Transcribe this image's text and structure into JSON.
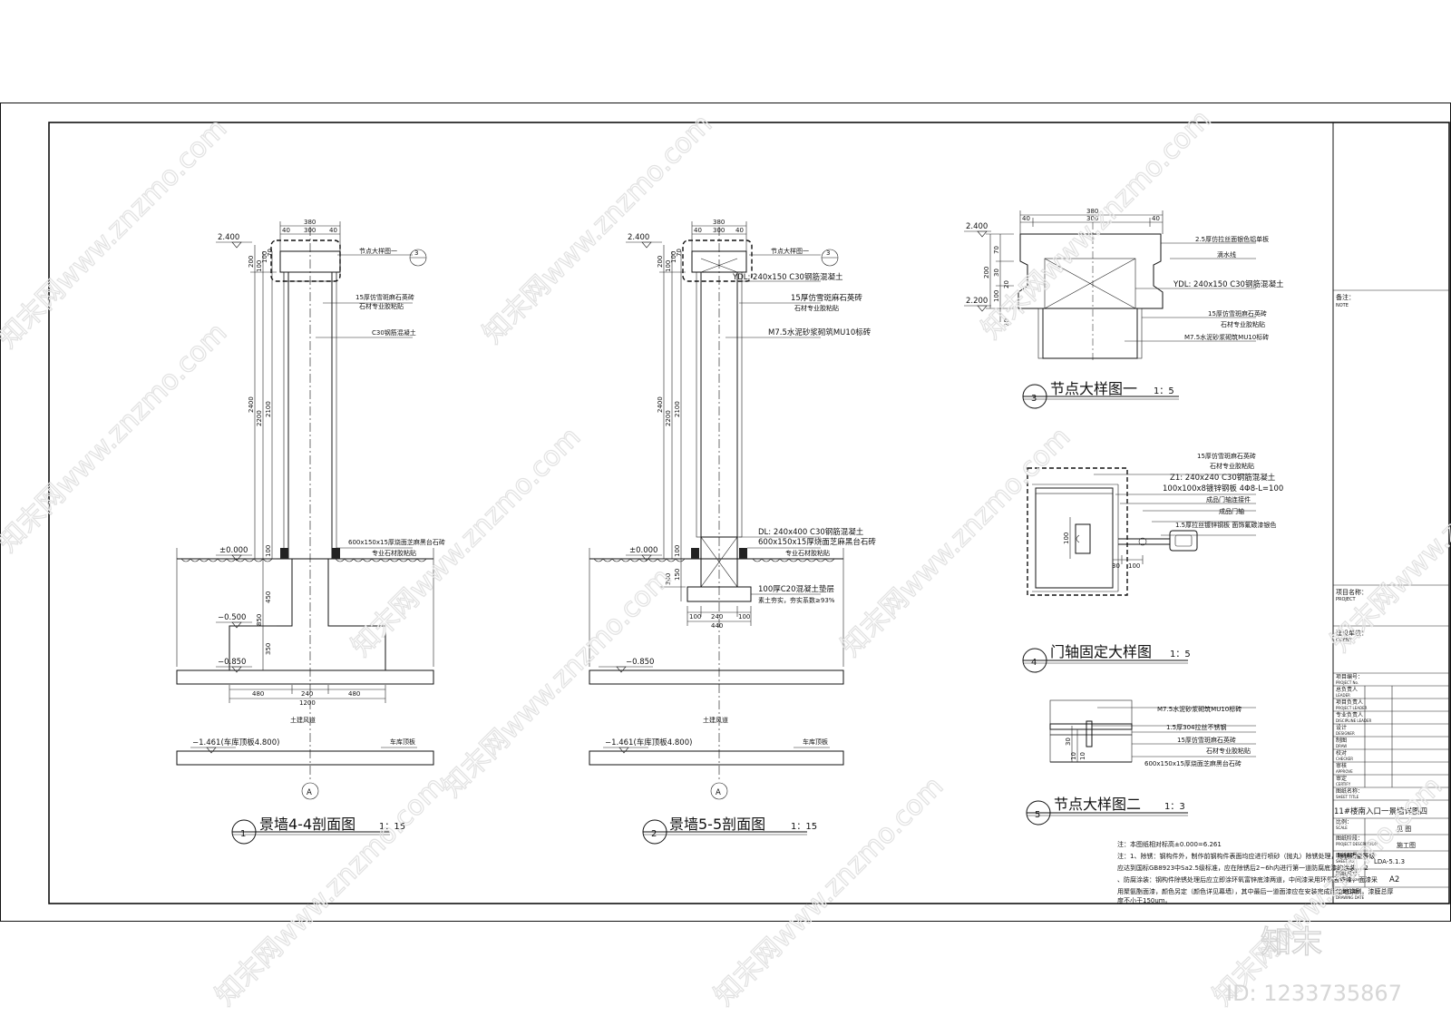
{
  "watermark": {
    "site": "知末网www.znzmo.com",
    "brand": "知末",
    "id": "ID: 1233735867"
  },
  "drawing1": {
    "num": "1",
    "title": "景墙4-4剖面图",
    "scale": "1：15",
    "dim_top_total": "380",
    "dim_top_a": "40",
    "dim_top_b": "300",
    "dim_top_c": "40",
    "elev_top": "2.400",
    "elev_zero": "±0.000",
    "elev_m05": "−0.500",
    "elev_m085": "−0.850",
    "elev_m1461": "−1.461(车库顶板4.800)",
    "v_2400": "2400",
    "v_2200": "2200",
    "v_2100": "2100",
    "v_200": "200",
    "v_100a": "100",
    "v_100b": "100",
    "v_70": "70",
    "v_100c": "100",
    "v_450": "450",
    "v_850": "850",
    "v_350": "350",
    "b_480a": "480",
    "b_240": "240",
    "b_480b": "480",
    "b_1200": "1200",
    "node_ref": "节点大样图一",
    "node_num": "3",
    "note_stone1": "15厚仿雪斑麻石英砖",
    "note_stone2": "石材专业胶粘贴",
    "note_concrete": "C30钢筋混凝土",
    "note_cap1": "600x150x15厚烧面芝麻黑台石砖",
    "note_cap2": "专业石材胶粘贴",
    "channel": "土建风道",
    "slab": "车库顶板",
    "axis": "A"
  },
  "drawing2": {
    "num": "2",
    "title": "景墙5-5剖面图",
    "scale": "1：15",
    "dim_top_total": "380",
    "dim_top_a": "40",
    "dim_top_b": "300",
    "dim_top_c": "40",
    "elev_top": "2.400",
    "elev_zero": "±0.000",
    "elev_m085": "−0.850",
    "elev_m1461": "−1.461(车库顶板4.800)",
    "v_2400": "2400",
    "v_2200": "2200",
    "v_2100": "2100",
    "v_200": "200",
    "v_100a": "100",
    "v_100b": "100",
    "v_70": "70",
    "v_300": "300",
    "v_150": "150",
    "v_100c": "100",
    "b_100a": "100",
    "b_240": "240",
    "b_100b": "100",
    "b_440": "440",
    "node_ref": "节点大样图一",
    "node_num": "3",
    "note_ydl": "YDL: 240x150  C30钢筋混凝土",
    "note_stone1": "15厚仿雪斑麻石英砖",
    "note_stone2": "石材专业胶粘贴",
    "note_brick": "M7.5水泥砂浆砌筑MU10标砖",
    "note_dl": "DL: 240x400  C30钢筋混凝土",
    "note_cap1": "600x150x15厚烧面芝麻黑台石砖",
    "note_cap2": "专业石材胶粘贴",
    "note_c20": "100厚C20混凝土垫层",
    "note_soil": "素土夯实，夯实系数≥93%",
    "channel": "土建风道",
    "slab": "车库顶板",
    "axis": "A"
  },
  "drawing3": {
    "num": "3",
    "title": "节点大样图一",
    "scale": "1：5",
    "dim_top_total": "380",
    "dim_top_a": "40",
    "dim_top_b": "300",
    "dim_top_c": "40",
    "elev_top": "2.400",
    "elev_bot": "2.200",
    "v_200": "200",
    "v_70": "70",
    "v_30": "30",
    "v_100": "100",
    "v_20": "20",
    "v_10": "10",
    "note1": "2.5厚仿拉丝面银色铝单板",
    "note2": "滴水线",
    "note3": "YDL: 240x150  C30钢筋混凝土",
    "note4": "15厚仿雪斑麻石英砖",
    "note5": "石材专业胶粘贴",
    "note6": "M7.5水泥砂浆砌筑MU10标砖"
  },
  "drawing4": {
    "num": "4",
    "title": "门轴固定大样图",
    "scale": "1：5",
    "v_100": "100",
    "h_30": "30",
    "h_100": "100",
    "note1": "15厚仿雪斑麻石英砖",
    "note2": "石材专业胶粘贴",
    "note3": "Z1: 240x240  C30钢筋混凝土",
    "note4": "100x100x8镀锌钢板  4Φ8-L=100",
    "note5": "成品门轴连接件",
    "note6": "成品门轴",
    "note7": "1.5厚拉丝镀锌钢板  面饰氟碳漆银色"
  },
  "drawing5": {
    "num": "5",
    "title": "节点大样图二",
    "scale": "1：3",
    "v_30": "30",
    "v_10a": "10",
    "v_10b": "10",
    "note1": "M7.5水泥砂浆砌筑MU10标砖",
    "note2": "1.5厚304拉丝不锈钢",
    "note3": "15厚仿雪斑麻石英砖",
    "note4": "石材专业胶粘贴",
    "note5": "600x150x15厚烧面芝麻黑台石砖"
  },
  "notes": {
    "line1": "注：本图纸相对标高±0.000=6.261",
    "line2": "注：1、除锈：钢构件外，制作前钢构件表面均应进行喷砂（抛丸）除锈处理，除锈质量等级",
    "line3": "应达到国标GB8923中Sa2.5级标准，应在除锈后2~6h内进行第一道防腐底漆的涂装。  2",
    "line4": "、防腐涂装：钢构件除锈处理后应立即涂环氧富锌底漆两道，中间漆采用环氧云铁漆，面漆采",
    "line5": "用聚氨酯面漆，颜色另定（颜色详见幕墙），其中最后一道面漆应在安装完成后工地涂刷。漆膜总厚",
    "line6": "度不小于150um。"
  },
  "title_block": {
    "remarks_cn": "备注：",
    "remarks_en": "NOTE",
    "project_cn": "项目名称：",
    "project_en": "PROJECT",
    "client_cn": "建设单位：",
    "client_en": "CLIENT",
    "rows": [
      {
        "cn": "项目编号：",
        "en": "PROJECT No."
      },
      {
        "cn": "总负责人",
        "en": "LEADER"
      },
      {
        "cn": "项目负责人",
        "en": "PROJECT LEADER"
      },
      {
        "cn": "专业负责人",
        "en": "DISCIPLINE LEADER"
      },
      {
        "cn": "设计",
        "en": "DESIGNER"
      },
      {
        "cn": "制图",
        "en": "DRAW"
      },
      {
        "cn": "校对",
        "en": "CHECKER"
      },
      {
        "cn": "审核",
        "en": "APPROVE"
      },
      {
        "cn": "审定",
        "en": "CERTIFY"
      }
    ],
    "sheet_title_cn": "图纸名称：",
    "sheet_title_en": "SHEET TITLE",
    "sheet_title": "11#楼南入口一景墙详图四",
    "scale_cn": "比例：",
    "scale_en": "SCALE",
    "scale_val": "见  图",
    "stage_cn": "图纸阶段：",
    "stage_en": "PROJECT DESCRIPTION",
    "stage_val": "施工图",
    "num_cn": "图纸编号：",
    "num_en": "SHEET No.",
    "num_val": "LDA-5.1.3",
    "size_cn": "图纸尺寸：",
    "size_en": "Drawing size",
    "size_val": "A2",
    "date_cn": "绘图日期：",
    "date_en": "DRAWING DATE"
  }
}
